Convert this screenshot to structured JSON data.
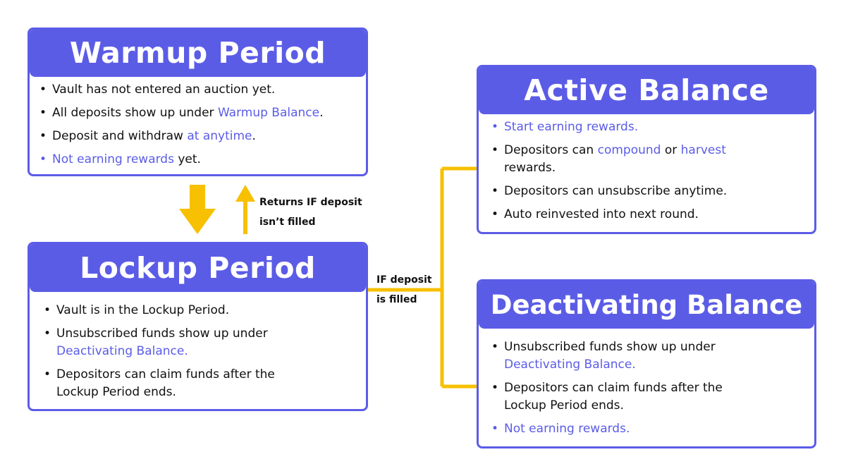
{
  "colors": {
    "accent": "#5b5ce6",
    "connector": "#f7c000",
    "text": "#111111"
  },
  "warmup": {
    "title": "Warmup Period",
    "items": [
      {
        "segments": [
          "Vault has not entered an auction yet."
        ]
      },
      {
        "segments": [
          "All deposits show up under ",
          "Warmup Balance",
          "."
        ]
      },
      {
        "segments": [
          "Deposit and withdraw ",
          "at anytime",
          "."
        ]
      },
      {
        "segments": [
          "Not earning rewards",
          " yet."
        ]
      }
    ]
  },
  "lockup": {
    "title": "Lockup Period",
    "items": [
      {
        "segments": [
          "Vault is in the Lockup Period."
        ]
      },
      {
        "line1": "Unsubscribed funds show up under",
        "line2": "Deactivating Balance."
      },
      {
        "line1": "Depositors can claim funds after the",
        "line2": "Lockup Period ends."
      }
    ]
  },
  "active": {
    "title": "Active Balance",
    "items": [
      {
        "segments": [
          "Start earning rewards."
        ]
      },
      {
        "segments": [
          "Depositors can ",
          "compound",
          " or ",
          "harvest"
        ],
        "line2": "rewards."
      },
      {
        "segments": [
          "Depositors can unsubscribe anytime."
        ]
      },
      {
        "segments": [
          "Auto reinvested into next round."
        ]
      }
    ]
  },
  "deactivating": {
    "title": "Deactivating Balance",
    "items": [
      {
        "line1": "Unsubscribed funds show up under",
        "line2": "Deactivating Balance."
      },
      {
        "line1": "Depositors can claim funds after the",
        "line2": "Lockup Period ends."
      },
      {
        "segments": [
          "Not earning rewards."
        ]
      }
    ]
  },
  "labels": {
    "returns_line1": "Returns IF deposit",
    "returns_line2": "isn’t filled",
    "filled_line1": "IF deposit",
    "filled_line2": "is filled"
  },
  "icons": {
    "bullet": "•",
    "down_arrow": "down-arrow-icon",
    "up_arrow": "up-arrow-icon"
  }
}
